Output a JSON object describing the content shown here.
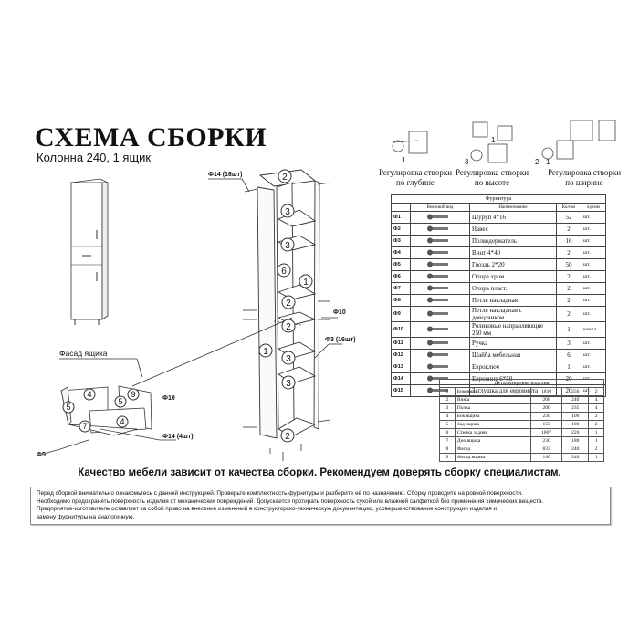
{
  "header": {
    "title": "СХЕМА СБОРКИ",
    "subtitle": "Колонна 240, 1 ящик"
  },
  "adjustments": [
    {
      "line1": "Регулировка створки",
      "line2": "по глубине"
    },
    {
      "line1": "Регулировка створки",
      "line2": "по высоте"
    },
    {
      "line1": "Регулировка створки",
      "line2": "по ширине"
    }
  ],
  "adjust_markers": {
    "a": "1",
    "b": "3",
    "c": "1",
    "d": "2",
    "e": "1"
  },
  "diagram": {
    "labels": {
      "f14_top": "Ф14 (16шт)",
      "f10": "Ф10",
      "f3": "Ф3 (16шт)",
      "drawer_front": "Фасад ящика",
      "drawer_f10": "Ф10",
      "drawer_f14": "Ф14 (4шт)",
      "f5": "Ф5"
    },
    "parts": {
      "top": "2",
      "s1": "3",
      "s2": "3",
      "back": "6",
      "side_r": "1",
      "mid1": "2",
      "mid2": "2",
      "s3": "3",
      "s4": "3",
      "side_l": "1",
      "bottom": "2",
      "d4a": "4",
      "d5a": "5",
      "d9": "9",
      "d5b": "5",
      "d4b": "4",
      "d7": "7"
    }
  },
  "hardware": {
    "title": "Фурнитура",
    "headers": [
      "Внешний вид",
      "Наименование",
      "Кол-во",
      "ед.изм"
    ],
    "rows": [
      {
        "code": "Ф1",
        "name": "Шуруп 4*16",
        "qty": "52",
        "unit": "шт.",
        "icon": "screw-icon"
      },
      {
        "code": "Ф2",
        "name": "Навес",
        "qty": "2",
        "unit": "шт.",
        "icon": "hanger-icon"
      },
      {
        "code": "Ф3",
        "name": "Полкодержатель",
        "qty": "16",
        "unit": "шт.",
        "icon": "shelf-support-icon"
      },
      {
        "code": "Ф4",
        "name": "Винт 4*40",
        "qty": "2",
        "unit": "шт.",
        "icon": "screw-icon"
      },
      {
        "code": "Ф5",
        "name": "Гвоздь 2*20",
        "qty": "50",
        "unit": "шт.",
        "icon": "nail-icon"
      },
      {
        "code": "Ф6",
        "name": "Опора хром",
        "qty": "2",
        "unit": "шт.",
        "icon": "leg-icon"
      },
      {
        "code": "Ф7",
        "name": "Опора пласт.",
        "qty": "2",
        "unit": "шт.",
        "icon": "leg-icon"
      },
      {
        "code": "Ф8",
        "name": "Петля накладная",
        "qty": "2",
        "unit": "шт.",
        "icon": "hinge-icon"
      },
      {
        "code": "Ф9",
        "name": "Петля накладная с доводчиком",
        "qty": "2",
        "unit": "шт.",
        "icon": "hinge-icon"
      },
      {
        "code": "Ф10",
        "name": "Роликовые направляющие 250 мм",
        "qty": "1",
        "unit": "компл.",
        "icon": "rail-icon"
      },
      {
        "code": "Ф11",
        "name": "Ручка",
        "qty": "3",
        "unit": "шт.",
        "icon": "handle-icon"
      },
      {
        "code": "Ф12",
        "name": "Шайба мебельная",
        "qty": "6",
        "unit": "шт.",
        "icon": "washer-icon"
      },
      {
        "code": "Ф13",
        "name": "Евроключ",
        "qty": "1",
        "unit": "шт.",
        "icon": "hex-key-icon"
      },
      {
        "code": "Ф14",
        "name": "Евровинт 6*50",
        "qty": "20",
        "unit": "шт.",
        "icon": "screw-icon"
      },
      {
        "code": "Ф15",
        "name": "Заглушка для евровинта",
        "qty": "20",
        "unit": "шт.",
        "icon": "cap-icon"
      }
    ]
  },
  "parts_table": {
    "title": "Детализировка изделия",
    "rows": [
      [
        "1",
        "Боковина",
        "1810",
        "250",
        "2"
      ],
      [
        "2",
        "Вязка",
        "208",
        "240",
        "4"
      ],
      [
        "3",
        "Полка",
        "206",
        "235",
        "4"
      ],
      [
        "4",
        "Бок ящика",
        "230",
        "100",
        "2"
      ],
      [
        "5",
        "Зад ящика",
        "150",
        "100",
        "2"
      ],
      [
        "6",
        "Стенка задняя",
        "1807",
        "220",
        "1"
      ],
      [
        "7",
        "Дно ящика",
        "230",
        "180",
        "1"
      ],
      [
        "8",
        "Фасад",
        "833",
        "240",
        "2"
      ],
      [
        "9",
        "Фасад ящика",
        "140",
        "240",
        "1"
      ]
    ]
  },
  "footer": {
    "quality": "Качество мебели зависит от качества сборки. Рекомендуем доверять сборку специалистам.",
    "note": [
      "Перед сборкой внимательно ознакомьтесь с данной инструкцией. Проверьте комплектность фурнитуры и разберите её по назначению. Сборку проводите на ровной поверхности.",
      "Необходимо предохранять поверхность изделия от механических повреждений. Допускается протирать поверхность сухой или влажной салфеткой без применения химических веществ.",
      "Предприятие-изготовитель оставляет за собой право на внесение изменений в конструкторско-техническую документацию, усовершенствование конструкции изделия и",
      "замену фурнитуры на аналогичную."
    ]
  }
}
